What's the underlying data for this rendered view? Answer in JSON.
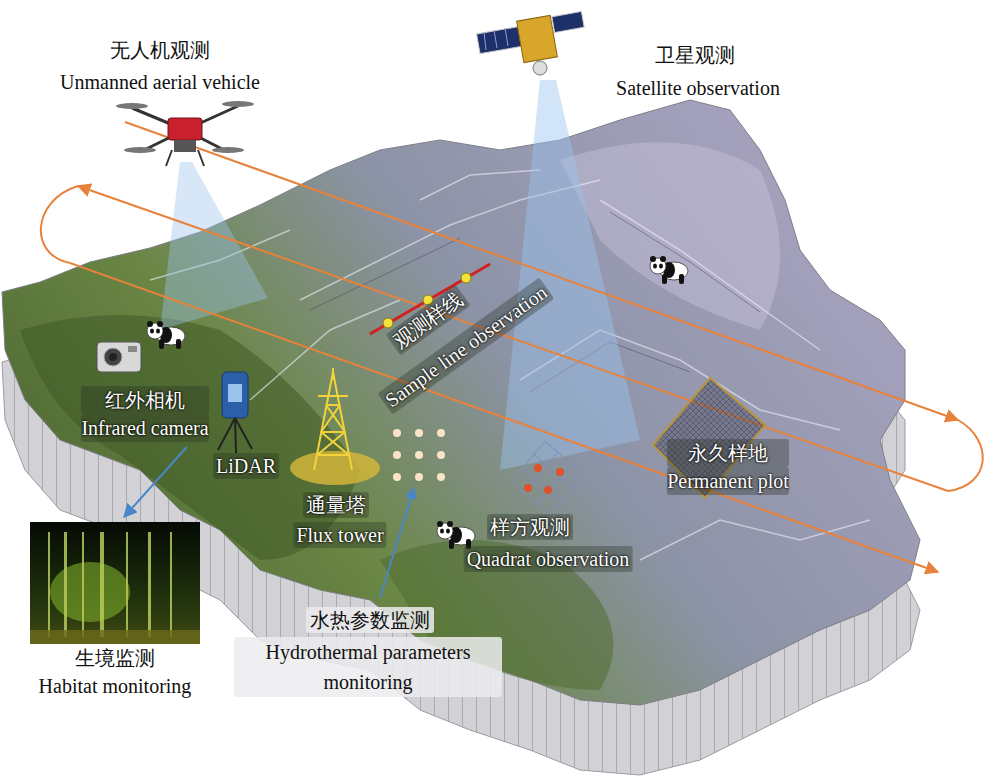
{
  "diagram": {
    "nodes": [
      {
        "text": [
          "红外相机",
          "Infrared camera"
        ]
      },
      {
        "text": [
          "生境监测",
          "Habitat monitoring"
        ]
      },
      {
        "text": [
          "永久样地",
          "Permanent plot"
        ]
      }
    ],
    "edges": [
      {
        "from": 0,
        "to": 1,
        "arrow": "to"
      }
    ],
    "labels": [
      "无人机观测",
      "Unmanned aerial vehicle",
      "卫星观测",
      "Satellite observation",
      "观测样线",
      "Sample line observation",
      "LiDAR",
      "通量塔",
      "Flux tower",
      "样方观测",
      "Quadrat observation",
      "水热参数监测",
      "Hydrothermal parameters monitoring"
    ]
  }
}
